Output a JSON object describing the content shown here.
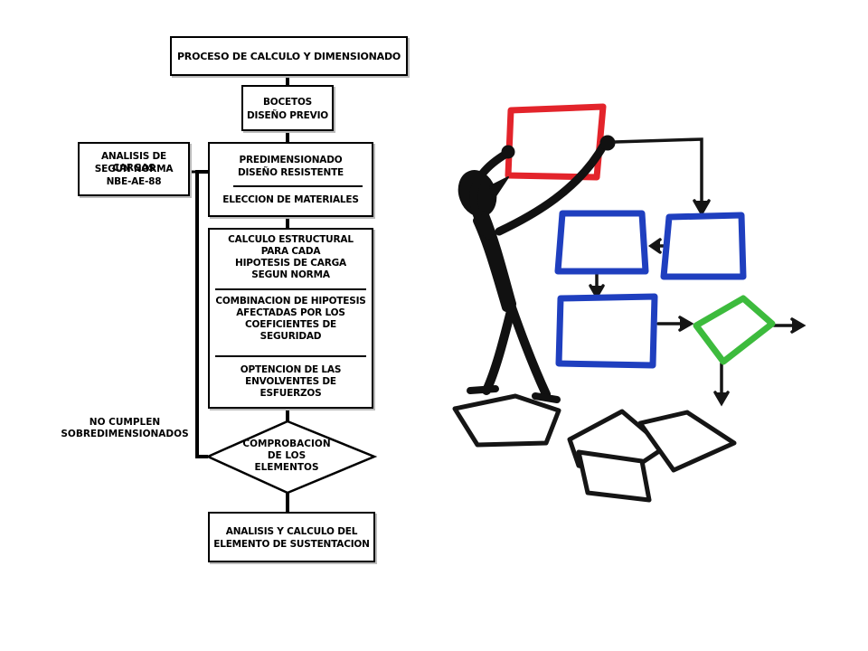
{
  "flowchart": {
    "title": "PROCESO DE CALCULO Y DIMENSIONADO",
    "bocetos": {
      "line1": "BOCETOS",
      "line2": "DISEÑO PREVIO"
    },
    "analisis_cargas": {
      "line1": "ANALISIS DE CARGAS",
      "line2": "SEGUN NORMA",
      "line3": "NBE-AE-88"
    },
    "predim": {
      "line1": "PREDIMENSIONADO",
      "line2": "DISEÑO RESISTENTE",
      "materiales": "ELECCION DE MATERIALES"
    },
    "calculo": {
      "s1": [
        "CALCULO ESTRUCTURAL",
        "PARA CADA",
        "HIPOTESIS DE CARGA",
        "SEGUN NORMA"
      ],
      "s2": [
        "COMBINACION DE HIPOTESIS",
        "AFECTADAS POR LOS",
        "COEFICIENTES DE",
        "SEGURIDAD"
      ],
      "s3": [
        "OPTENCION DE LAS",
        "ENVOLVENTES DE",
        "ESFUERZOS"
      ]
    },
    "decision": {
      "line1": "COMPROBACION",
      "line2": "DE LOS",
      "line3": "ELEMENTOS"
    },
    "no_cumplen": {
      "line1": "NO CUMPLEN",
      "line2": "SOBREDIMENSIONADOS"
    },
    "final": {
      "line1": "ANALISIS Y CALCULO DEL",
      "line2": "ELEMENTO DE SUSTENTACION"
    }
  },
  "illustration": {
    "figure_color": "#111111",
    "colors": {
      "red": "#e3242b",
      "blue": "#1f3fbf",
      "green": "#3dbb3d",
      "ink": "#151515"
    }
  }
}
